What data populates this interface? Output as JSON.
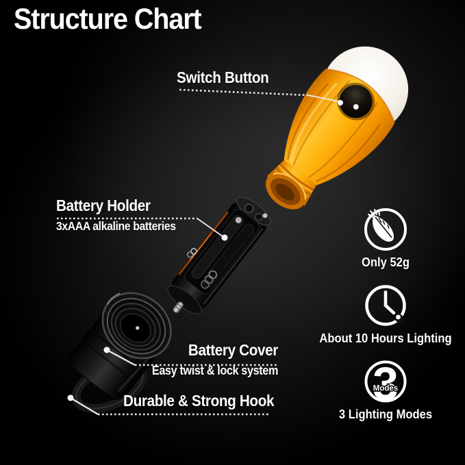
{
  "title": "Structure Chart",
  "callouts": {
    "switch_button": {
      "label": "Switch Button"
    },
    "battery_holder": {
      "label": "Battery Holder",
      "description": "3xAAA alkaline batteries"
    },
    "battery_cover": {
      "label": "Battery Cover",
      "description": "Easy twist & lock system"
    },
    "hook": {
      "label": "Durable & Strong Hook"
    }
  },
  "features": [
    {
      "icon": "feather-icon",
      "label": "Only 52g"
    },
    {
      "icon": "clock-icon",
      "label": "About 10 Hours Lighting"
    },
    {
      "icon": "three-modes-icon",
      "badge_number": "3",
      "badge_word": "Modes",
      "label": "3 Lighting Modes"
    }
  ],
  "colors": {
    "background": "#000000",
    "text": "#ffffff",
    "bulb_body_orange": "#ffb112",
    "bulb_dome_white": "#f3efe6",
    "switch_button_black": "#0d0d0d",
    "parts_black": "#141414",
    "leader_line": "#ededed"
  }
}
